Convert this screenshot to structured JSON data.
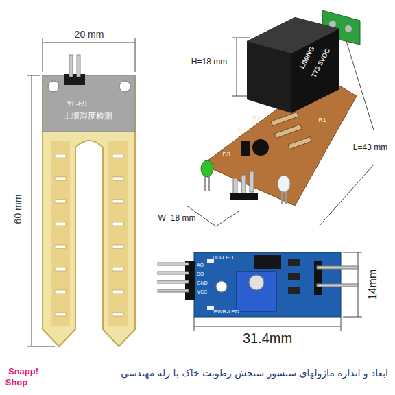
{
  "diagram": {
    "caption": "ابعاد و اندازه ماژولهای سنسور سنجش رطوبت خاک با رله مهندسی",
    "labels": [
      "20 mm",
      "60 mm",
      "YL-69",
      "土壤湿度检测",
      "H=18 mm",
      "L=43 mm",
      "W=18 mm",
      "LIMING",
      "T73 5VDC",
      "R2",
      "R3",
      "D3",
      "R1",
      "DO-LED",
      "AO",
      "DO",
      "GND",
      "VCC",
      "PWR-LED",
      "14mm",
      "31.4mm",
      "Snapp!",
      "Shop"
    ]
  }
}
